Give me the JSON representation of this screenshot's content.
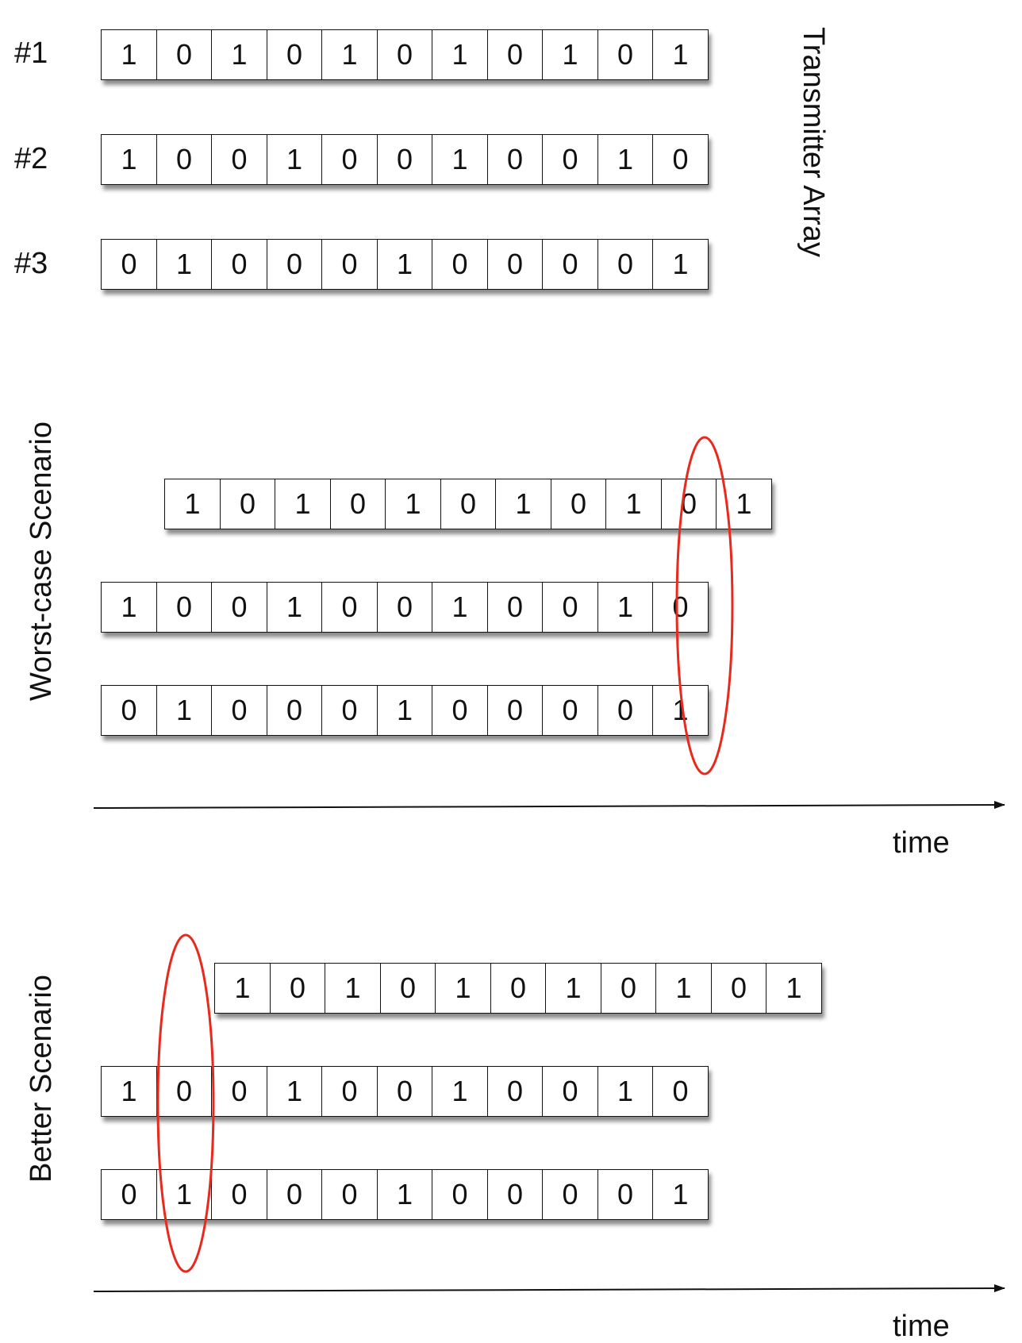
{
  "transmitter_array": {
    "title": "Transmitter Array",
    "rows": [
      {
        "label": "#1",
        "bits": [
          "1",
          "0",
          "1",
          "0",
          "1",
          "0",
          "1",
          "0",
          "1",
          "0",
          "1"
        ]
      },
      {
        "label": "#2",
        "bits": [
          "1",
          "0",
          "0",
          "1",
          "0",
          "0",
          "1",
          "0",
          "0",
          "1",
          "0"
        ]
      },
      {
        "label": "#3",
        "bits": [
          "0",
          "1",
          "0",
          "0",
          "0",
          "1",
          "0",
          "0",
          "0",
          "0",
          "1"
        ]
      }
    ]
  },
  "worst_case": {
    "title": "Worst-case Scenario",
    "rows": [
      {
        "bits": [
          "1",
          "0",
          "1",
          "0",
          "1",
          "0",
          "1",
          "0",
          "1",
          "0",
          "1"
        ]
      },
      {
        "bits": [
          "1",
          "0",
          "0",
          "1",
          "0",
          "0",
          "1",
          "0",
          "0",
          "1",
          "0"
        ]
      },
      {
        "bits": [
          "0",
          "1",
          "0",
          "0",
          "0",
          "1",
          "0",
          "0",
          "0",
          "0",
          "1"
        ]
      }
    ],
    "axis_label": "time"
  },
  "better": {
    "title": "Better Scenario",
    "rows": [
      {
        "bits": [
          "1",
          "0",
          "1",
          "0",
          "1",
          "0",
          "1",
          "0",
          "1",
          "0",
          "1"
        ]
      },
      {
        "bits": [
          "1",
          "0",
          "0",
          "1",
          "0",
          "0",
          "1",
          "0",
          "0",
          "1",
          "0"
        ]
      },
      {
        "bits": [
          "0",
          "1",
          "0",
          "0",
          "0",
          "1",
          "0",
          "0",
          "0",
          "0",
          "1"
        ]
      }
    ],
    "axis_label": "time"
  },
  "colors": {
    "highlight": "#e8291c",
    "ink": "#111111"
  }
}
